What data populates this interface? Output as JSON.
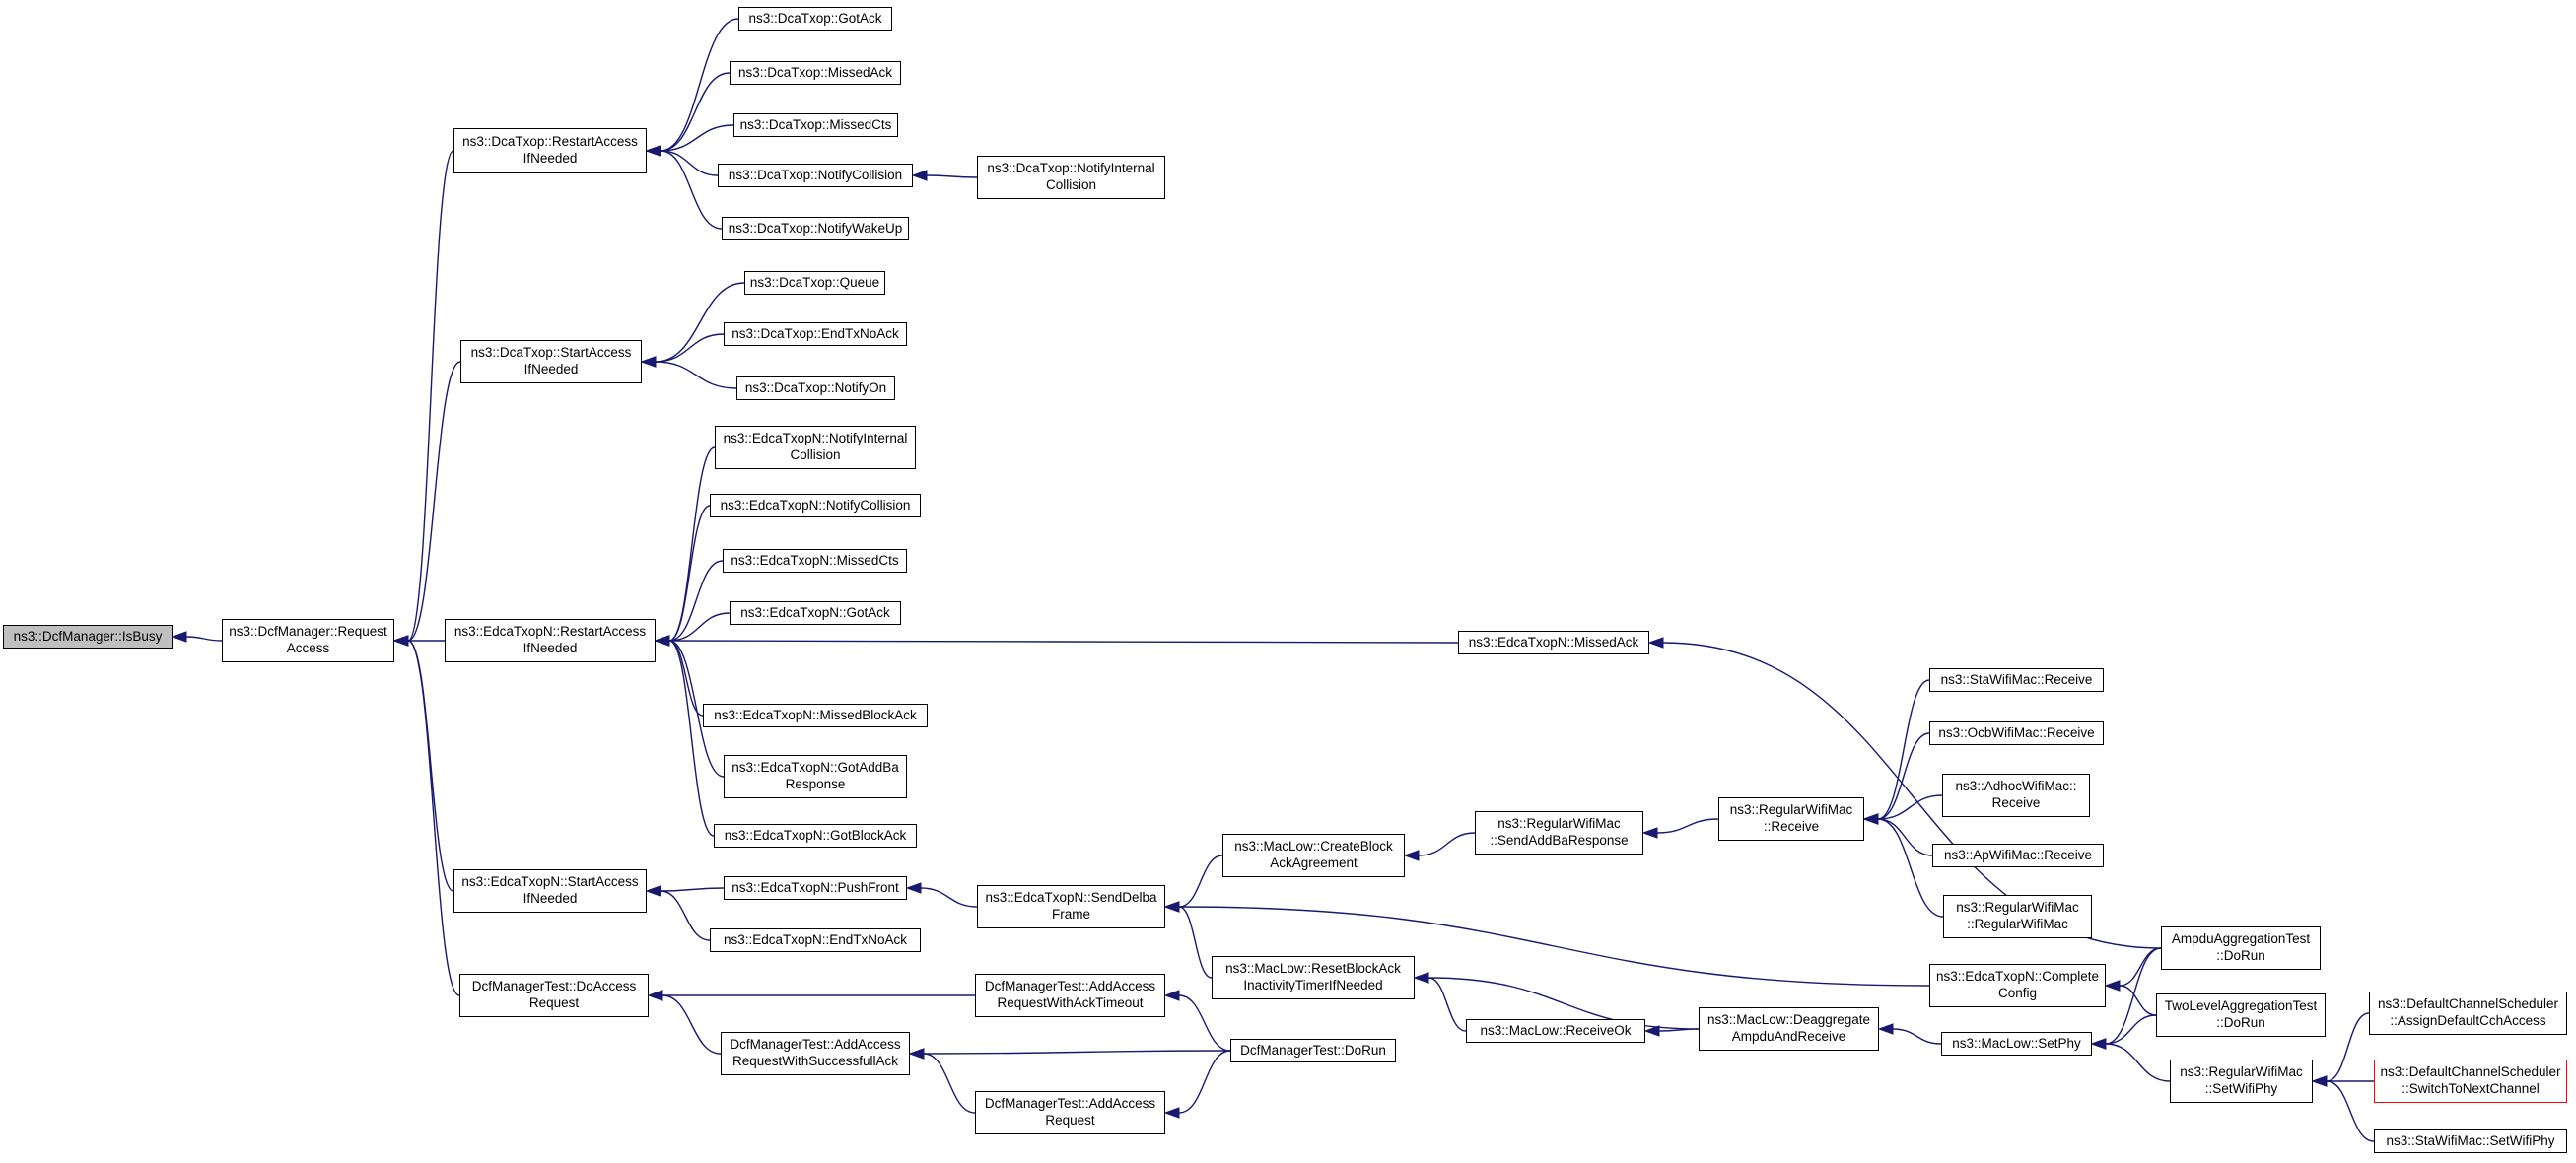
{
  "graph": {
    "edge_color": "#191970",
    "root_fill": "#bfbfbf",
    "truncated_border": "#ff0000",
    "nodes": [
      {
        "id": "isbusy",
        "lines": [
          "ns3::DcfManager::IsBusy"
        ],
        "root": true
      },
      {
        "id": "reqaccess",
        "lines": [
          "ns3::DcfManager::Request",
          "Access"
        ]
      },
      {
        "id": "dca_restart",
        "lines": [
          "ns3::DcaTxop::RestartAccess",
          "IfNeeded"
        ]
      },
      {
        "id": "dca_startaccess",
        "lines": [
          "ns3::DcaTxop::StartAccess",
          "IfNeeded"
        ]
      },
      {
        "id": "edca_restart",
        "lines": [
          "ns3::EdcaTxopN::RestartAccess",
          "IfNeeded"
        ]
      },
      {
        "id": "edca_startaccess",
        "lines": [
          "ns3::EdcaTxopN::StartAccess",
          "IfNeeded"
        ]
      },
      {
        "id": "dcfm_doaccess",
        "lines": [
          "DcfManagerTest::DoAccess",
          "Request"
        ]
      },
      {
        "id": "dca_gotack",
        "lines": [
          "ns3::DcaTxop::GotAck"
        ]
      },
      {
        "id": "dca_missedack",
        "lines": [
          "ns3::DcaTxop::MissedAck"
        ]
      },
      {
        "id": "dca_missedcts",
        "lines": [
          "ns3::DcaTxop::MissedCts"
        ]
      },
      {
        "id": "dca_notifycoll",
        "lines": [
          "ns3::DcaTxop::NotifyCollision"
        ]
      },
      {
        "id": "dca_notifywake",
        "lines": [
          "ns3::DcaTxop::NotifyWakeUp"
        ]
      },
      {
        "id": "dca_notifyint",
        "lines": [
          "ns3::DcaTxop::NotifyInternal",
          "Collision"
        ]
      },
      {
        "id": "dca_queue",
        "lines": [
          "ns3::DcaTxop::Queue"
        ]
      },
      {
        "id": "dca_endtxnoack",
        "lines": [
          "ns3::DcaTxop::EndTxNoAck"
        ]
      },
      {
        "id": "dca_notifyon",
        "lines": [
          "ns3::DcaTxop::NotifyOn"
        ]
      },
      {
        "id": "edca_notifyint",
        "lines": [
          "ns3::EdcaTxopN::NotifyInternal",
          "Collision"
        ]
      },
      {
        "id": "edca_notifycoll",
        "lines": [
          "ns3::EdcaTxopN::NotifyCollision"
        ]
      },
      {
        "id": "edca_missedcts",
        "lines": [
          "ns3::EdcaTxopN::MissedCts"
        ]
      },
      {
        "id": "edca_gotack",
        "lines": [
          "ns3::EdcaTxopN::GotAck"
        ]
      },
      {
        "id": "edca_missedblockack",
        "lines": [
          "ns3::EdcaTxopN::MissedBlockAck"
        ]
      },
      {
        "id": "edca_gotaddba",
        "lines": [
          "ns3::EdcaTxopN::GotAddBa",
          "Response"
        ]
      },
      {
        "id": "edca_gotblockack",
        "lines": [
          "ns3::EdcaTxopN::GotBlockAck"
        ]
      },
      {
        "id": "edca_missedack",
        "lines": [
          "ns3::EdcaTxopN::MissedAck"
        ]
      },
      {
        "id": "edca_pushfront",
        "lines": [
          "ns3::EdcaTxopN::PushFront"
        ]
      },
      {
        "id": "edca_endtxnoack",
        "lines": [
          "ns3::EdcaTxopN::EndTxNoAck"
        ]
      },
      {
        "id": "edca_senddelba",
        "lines": [
          "ns3::EdcaTxopN::SendDelba",
          "Frame"
        ]
      },
      {
        "id": "mac_createblock",
        "lines": [
          "ns3::MacLow::CreateBlock",
          "AckAgreement"
        ]
      },
      {
        "id": "mac_resetblock",
        "lines": [
          "ns3::MacLow::ResetBlockAck",
          "InactivityTimerIfNeeded"
        ]
      },
      {
        "id": "rwm_sendaddba",
        "lines": [
          "ns3::RegularWifiMac",
          "::SendAddBaResponse"
        ]
      },
      {
        "id": "rwm_receive",
        "lines": [
          "ns3::RegularWifiMac",
          "::Receive"
        ]
      },
      {
        "id": "sta_receive",
        "lines": [
          "ns3::StaWifiMac::Receive"
        ]
      },
      {
        "id": "ocb_receive",
        "lines": [
          "ns3::OcbWifiMac::Receive"
        ]
      },
      {
        "id": "adhoc_receive",
        "lines": [
          "ns3::AdhocWifiMac::",
          "Receive"
        ]
      },
      {
        "id": "ap_receive",
        "lines": [
          "ns3::ApWifiMac::Receive"
        ]
      },
      {
        "id": "rwm_ctor",
        "lines": [
          "ns3::RegularWifiMac",
          "::RegularWifiMac"
        ]
      },
      {
        "id": "edca_complete",
        "lines": [
          "ns3::EdcaTxopN::Complete",
          "Config"
        ]
      },
      {
        "id": "ampdu_dorun",
        "lines": [
          "AmpduAggregationTest",
          "::DoRun"
        ]
      },
      {
        "id": "twolevel_dorun",
        "lines": [
          "TwoLevelAggregationTest",
          "::DoRun"
        ]
      },
      {
        "id": "mac_receiveok",
        "lines": [
          "ns3::MacLow::ReceiveOk"
        ]
      },
      {
        "id": "mac_deagg",
        "lines": [
          "ns3::MacLow::Deaggregate",
          "AmpduAndReceive"
        ]
      },
      {
        "id": "mac_setphy",
        "lines": [
          "ns3::MacLow::SetPhy"
        ]
      },
      {
        "id": "rwm_setwifiphy",
        "lines": [
          "ns3::RegularWifiMac",
          "::SetWifiPhy"
        ]
      },
      {
        "id": "dcs_assign",
        "lines": [
          "ns3::DefaultChannelScheduler",
          "::AssignDefaultCchAccess"
        ]
      },
      {
        "id": "dcs_switch",
        "lines": [
          "ns3::DefaultChannelScheduler",
          "::SwitchToNextChannel"
        ],
        "truncated": true
      },
      {
        "id": "sta_setwifiphy",
        "lines": [
          "ns3::StaWifiMac::SetWifiPhy"
        ]
      },
      {
        "id": "dcfm_addtimeout",
        "lines": [
          "DcfManagerTest::AddAccess",
          "RequestWithAckTimeout"
        ]
      },
      {
        "id": "dcfm_addsuccess",
        "lines": [
          "DcfManagerTest::AddAccess",
          "RequestWithSuccessfullAck"
        ]
      },
      {
        "id": "dcfm_addreq",
        "lines": [
          "DcfManagerTest::AddAccess",
          "Request"
        ]
      },
      {
        "id": "dcfm_dorun",
        "lines": [
          "DcfManagerTest::DoRun"
        ]
      }
    ]
  }
}
